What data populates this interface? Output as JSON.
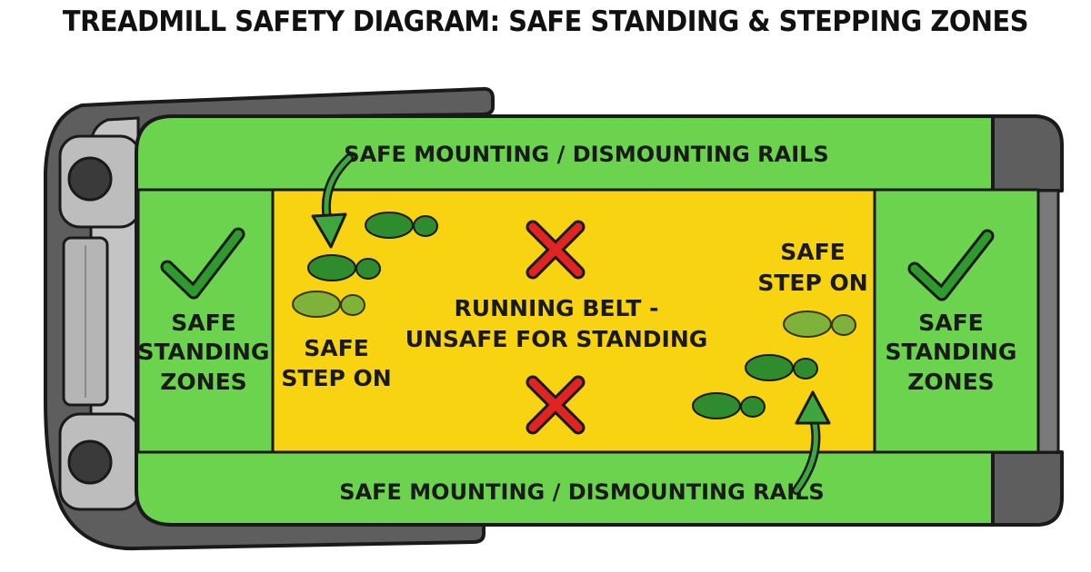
{
  "title": "TREADMILL SAFETY DIAGRAM: SAFE STANDING & STEPPING ZONES",
  "labels": {
    "rail_top": "SAFE MOUNTING / DISMOUNTING RAILS",
    "rail_bottom": "SAFE MOUNTING / DISMOUNTING RAILS",
    "standing_left": [
      "SAFE",
      "STANDING",
      "ZONES"
    ],
    "standing_right": [
      "SAFE",
      "STANDING",
      "ZONES"
    ],
    "step_left": [
      "SAFE",
      "STEP ON"
    ],
    "step_right": [
      "SAFE",
      "STEP ON"
    ],
    "belt": [
      "RUNNING BELT -",
      "UNSAFE FOR STANDING"
    ]
  },
  "colors": {
    "safe_green": "#6bd34e",
    "belt_yellow": "#f7d312",
    "outline": "#1a1a1a",
    "frame_gray": "#5e5e5e",
    "cross_red": "#e02424",
    "footprint_green": "#2e8b2e",
    "footprint_faded": "#69ad43",
    "check_green": "#2e9a2e"
  },
  "icons": {
    "check": "check-mark-icon",
    "cross": "red-x-icon",
    "footprint": "footprint-icon",
    "arrow": "curved-arrow-icon"
  }
}
